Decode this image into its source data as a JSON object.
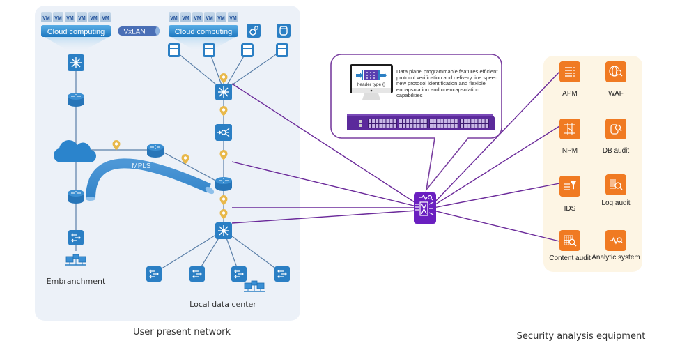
{
  "diagram": {
    "user_network": {
      "title": "User present network",
      "left_cloud": {
        "vm_labels": [
          "VM",
          "VM",
          "VM",
          "VM",
          "VM",
          "VM"
        ],
        "label": "Cloud computing"
      },
      "vxlan_label": "VxLAN",
      "right_cloud": {
        "vm_labels": [
          "VM",
          "VM",
          "VM",
          "VM",
          "VM",
          "VM"
        ],
        "label": "Cloud computing"
      },
      "mpls_label": "MPLS",
      "branch_label": "Embranchment",
      "datacenter_label": "Local data center"
    },
    "callout": {
      "screen_label": "header type {}",
      "description": "Data plane programmable features efficient protocol verification and delivery line speed new protocol identification and flexible encapsulation and unencapsulation capabilities"
    },
    "security": {
      "title": "Security analysis equipment",
      "tools": [
        {
          "label": "APM",
          "icon": "list-icon"
        },
        {
          "label": "WAF",
          "icon": "globe-search-icon"
        },
        {
          "label": "NPM",
          "icon": "network-monitor-icon"
        },
        {
          "label": "DB audit",
          "icon": "database-search-icon"
        },
        {
          "label": "IDS",
          "icon": "filter-icon"
        },
        {
          "label": "Log audit",
          "icon": "log-search-icon"
        },
        {
          "label": "Content audit",
          "icon": "grid-search-icon"
        },
        {
          "label": "Analytic system",
          "icon": "pulse-search-icon"
        }
      ]
    },
    "colors": {
      "network_blue": "#2b7fc4",
      "broker_purple": "#6a1fc0",
      "link_purple": "#6b2a9a",
      "tool_orange": "#f07a22",
      "pin_yellow": "#e8b84a",
      "panel_left": "#ecf1f8",
      "panel_right": "#fdf5e4"
    }
  }
}
